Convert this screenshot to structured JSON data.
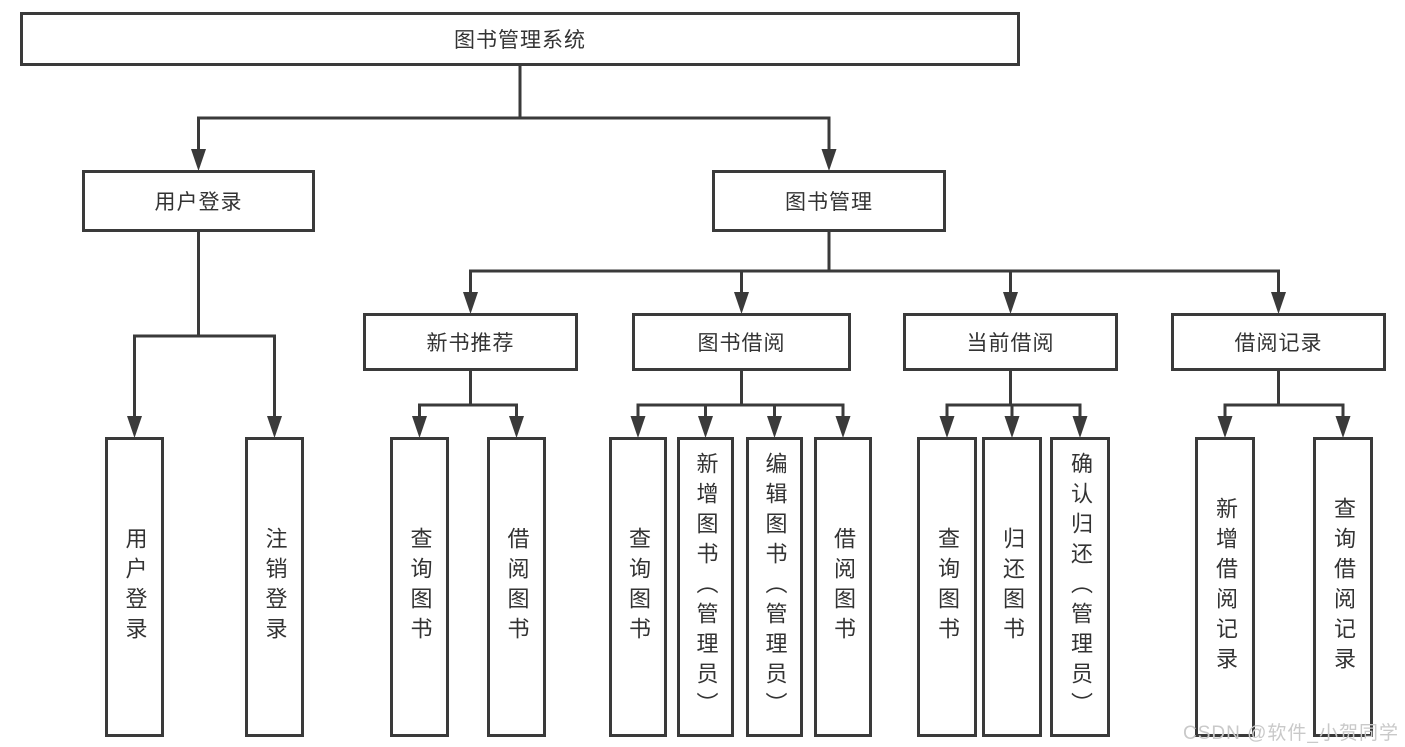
{
  "diagram": {
    "type": "tree",
    "stroke_color": "#3a3a3a",
    "text_color": "#333333",
    "nodes": [
      {
        "id": "root",
        "label": "图书管理系统",
        "children": [
          "login",
          "mgmt"
        ]
      },
      {
        "id": "login",
        "label": "用户登录",
        "children": [
          "login-user",
          "logout"
        ]
      },
      {
        "id": "mgmt",
        "label": "图书管理",
        "children": [
          "rec",
          "borrow",
          "current",
          "records"
        ]
      },
      {
        "id": "rec",
        "label": "新书推荐",
        "children": [
          "rec-query",
          "rec-borrow"
        ]
      },
      {
        "id": "borrow",
        "label": "图书借阅",
        "children": [
          "borrow-query",
          "borrow-add",
          "borrow-edit",
          "borrow-borrow"
        ]
      },
      {
        "id": "current",
        "label": "当前借阅",
        "children": [
          "current-query",
          "current-return",
          "current-confirm"
        ]
      },
      {
        "id": "records",
        "label": "借阅记录",
        "children": [
          "records-add",
          "records-query"
        ]
      },
      {
        "id": "login-user",
        "label": "用户登录",
        "children": []
      },
      {
        "id": "logout",
        "label": "注销登录",
        "children": []
      },
      {
        "id": "rec-query",
        "label": "查询图书",
        "children": []
      },
      {
        "id": "rec-borrow",
        "label": "借阅图书",
        "children": []
      },
      {
        "id": "borrow-query",
        "label": "查询图书",
        "children": []
      },
      {
        "id": "borrow-add",
        "label": "新增图书（管理员）",
        "children": []
      },
      {
        "id": "borrow-edit",
        "label": "编辑图书（管理员）",
        "children": []
      },
      {
        "id": "borrow-borrow",
        "label": "借阅图书",
        "children": []
      },
      {
        "id": "current-query",
        "label": "查询图书",
        "children": []
      },
      {
        "id": "current-return",
        "label": "归还图书",
        "children": []
      },
      {
        "id": "current-confirm",
        "label": "确认归还（管理员）",
        "children": []
      },
      {
        "id": "records-add",
        "label": "新增借阅记录",
        "children": []
      },
      {
        "id": "records-query",
        "label": "查询借阅记录",
        "children": []
      }
    ]
  },
  "watermark": {
    "text": "CSDN @软件_小贺同学",
    "color": "#c9c9c9"
  }
}
